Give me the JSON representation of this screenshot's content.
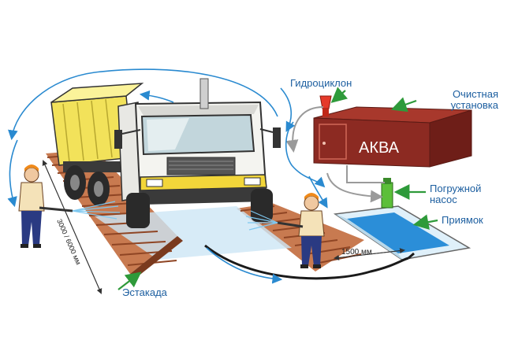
{
  "labels": {
    "hydrocyclone": "Гидроциклон",
    "treatment_line1": "Очистная",
    "treatment_line2": "установка",
    "tank_name": "АКВА",
    "pump_line1": "Погружной",
    "pump_line2": "насос",
    "pit": "Приямок",
    "ramp": "Эстакада",
    "dim_pit": "1500 мм",
    "dim_ramp": "3000 / 6000 мм"
  },
  "colors": {
    "label_blue": "#1d5fa0",
    "label_green": "#2e8a3a",
    "tank_red": "#8c2a22",
    "flow_arrow": "#2a8ad0",
    "truck_yellow": "#f2e25a",
    "ramp_brown": "#c0683e"
  }
}
